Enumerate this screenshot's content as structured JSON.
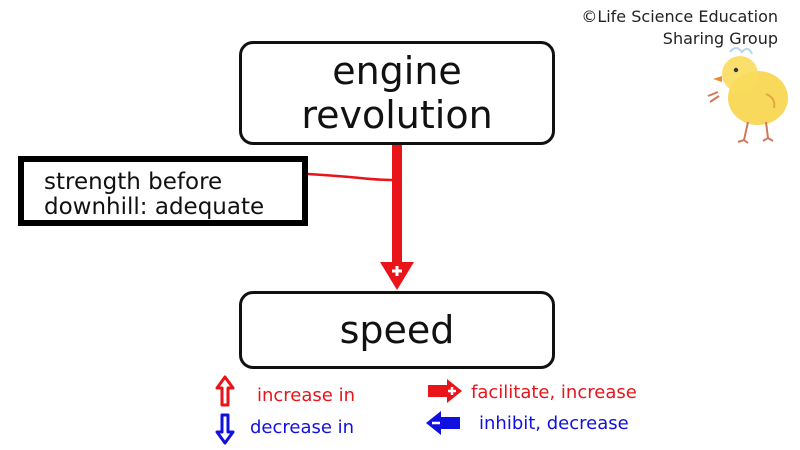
{
  "copyright": {
    "line1": "©Life Science Education",
    "line2": "Sharing Group"
  },
  "nodes": {
    "engine": {
      "line1": "engine",
      "line2": "revolution"
    },
    "speed": {
      "label": "speed"
    },
    "condition": {
      "line1": "strength before",
      "line2": "downhill: adequate"
    }
  },
  "edges": [
    {
      "from": "engine revolution",
      "to": "speed",
      "sign": "+",
      "color": "#e8141a"
    }
  ],
  "legend": {
    "increase": "increase in",
    "decrease": "decrease in",
    "facilitate": "facilitate, increase",
    "inhibit": "inhibit, decrease"
  },
  "colors": {
    "red": "#e8141a",
    "blue": "#1010e0"
  }
}
